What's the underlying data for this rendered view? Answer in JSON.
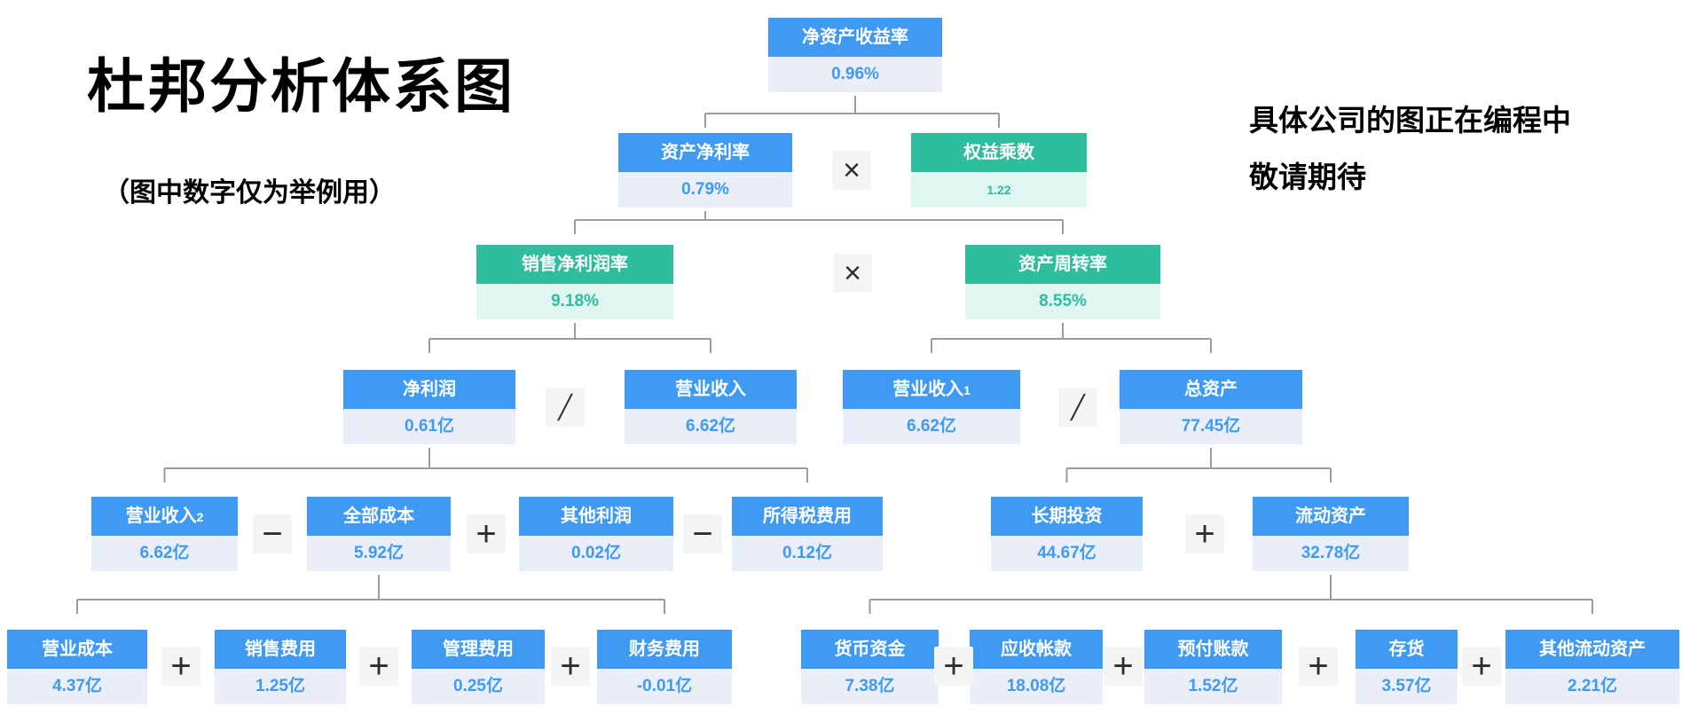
{
  "title": "杜邦分析体系图",
  "subtitle": "（图中数字仅为举例用）",
  "note": {
    "line1": "具体公司的图正在编程中",
    "line2": "敬请期待"
  },
  "colors": {
    "blue_header": "#3E9AF2",
    "blue_body": "#E9EEF9",
    "green_header": "#2EBD9D",
    "green_body": "#DFF7F0",
    "operator_bg": "#F5F5F6",
    "line": "#9B9B9B"
  },
  "nodes": [
    {
      "id": "roe",
      "label": "净资产收益率",
      "suffix": "",
      "value": "0.96%",
      "scheme": "blue"
    },
    {
      "id": "roa",
      "label": "资产净利率",
      "suffix": "",
      "value": "0.79%",
      "scheme": "blue"
    },
    {
      "id": "equity_multiplier",
      "label": "权益乘数",
      "suffix": "",
      "value": "1.22",
      "scheme": "green"
    },
    {
      "id": "net_profit_margin",
      "label": "销售净利润率",
      "suffix": "",
      "value": "9.18%",
      "scheme": "green"
    },
    {
      "id": "asset_turnover",
      "label": "资产周转率",
      "suffix": "",
      "value": "8.55%",
      "scheme": "green"
    },
    {
      "id": "net_profit",
      "label": "净利润",
      "suffix": "",
      "value": "0.61亿",
      "scheme": "blue"
    },
    {
      "id": "revenue",
      "label": "营业收入",
      "suffix": "",
      "value": "6.62亿",
      "scheme": "blue"
    },
    {
      "id": "revenue_1",
      "label": "营业收入",
      "suffix": "1",
      "value": "6.62亿",
      "scheme": "blue"
    },
    {
      "id": "total_assets",
      "label": "总资产",
      "suffix": "",
      "value": "77.45亿",
      "scheme": "blue"
    },
    {
      "id": "revenue_2",
      "label": "营业收入",
      "suffix": "2",
      "value": "6.62亿",
      "scheme": "blue"
    },
    {
      "id": "total_cost",
      "label": "全部成本",
      "suffix": "",
      "value": "5.92亿",
      "scheme": "blue"
    },
    {
      "id": "other_profit",
      "label": "其他利润",
      "suffix": "",
      "value": "0.02亿",
      "scheme": "blue"
    },
    {
      "id": "income_tax",
      "label": "所得税费用",
      "suffix": "",
      "value": "0.12亿",
      "scheme": "blue"
    },
    {
      "id": "lt_investment",
      "label": "长期投资",
      "suffix": "",
      "value": "44.67亿",
      "scheme": "blue"
    },
    {
      "id": "current_assets",
      "label": "流动资产",
      "suffix": "",
      "value": "32.78亿",
      "scheme": "blue"
    },
    {
      "id": "op_cost",
      "label": "营业成本",
      "suffix": "",
      "value": "4.37亿",
      "scheme": "blue"
    },
    {
      "id": "selling_exp",
      "label": "销售费用",
      "suffix": "",
      "value": "1.25亿",
      "scheme": "blue"
    },
    {
      "id": "admin_exp",
      "label": "管理费用",
      "suffix": "",
      "value": "0.25亿",
      "scheme": "blue"
    },
    {
      "id": "fin_exp",
      "label": "财务费用",
      "suffix": "",
      "value": "-0.01亿",
      "scheme": "blue"
    },
    {
      "id": "cash",
      "label": "货币资金",
      "suffix": "",
      "value": "7.38亿",
      "scheme": "blue"
    },
    {
      "id": "receivables",
      "label": "应收帐款",
      "suffix": "",
      "value": "18.08亿",
      "scheme": "blue"
    },
    {
      "id": "prepaid",
      "label": "预付账款",
      "suffix": "",
      "value": "1.52亿",
      "scheme": "blue"
    },
    {
      "id": "inventory",
      "label": "存货",
      "suffix": "",
      "value": "3.57亿",
      "scheme": "blue"
    },
    {
      "id": "other_current",
      "label": "其他流动资产",
      "suffix": "",
      "value": "2.21亿",
      "scheme": "blue"
    }
  ],
  "operators": [
    {
      "id": "multiply-1",
      "glyph": "×"
    },
    {
      "id": "multiply-2",
      "glyph": "×"
    },
    {
      "id": "divide-1",
      "glyph": "╱"
    },
    {
      "id": "divide-2",
      "glyph": "╱"
    },
    {
      "id": "minus-1",
      "glyph": "−"
    },
    {
      "id": "plus-1",
      "glyph": "+"
    },
    {
      "id": "minus-2",
      "glyph": "−"
    },
    {
      "id": "plus-2",
      "glyph": "+"
    },
    {
      "id": "plus-3",
      "glyph": "+"
    },
    {
      "id": "plus-4",
      "glyph": "+"
    },
    {
      "id": "plus-5",
      "glyph": "+"
    },
    {
      "id": "plus-6",
      "glyph": "+"
    },
    {
      "id": "plus-7",
      "glyph": "+"
    },
    {
      "id": "plus-8",
      "glyph": "+"
    },
    {
      "id": "plus-9",
      "glyph": "+"
    }
  ]
}
